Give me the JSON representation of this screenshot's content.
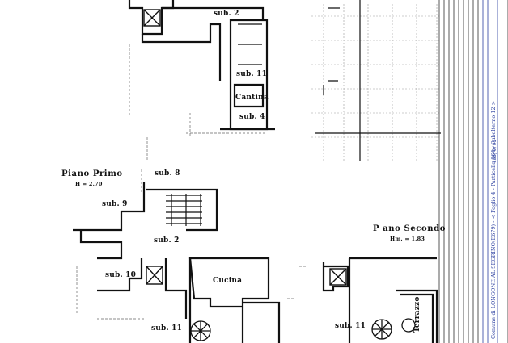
{
  "floors": {
    "primo": {
      "title": "Piano Primo",
      "height": "H = 2.70"
    },
    "secondo": {
      "title": "P ano Secondo",
      "height": "Hm. = 1.83"
    }
  },
  "rooms": {
    "sub2_top": "sub. 2",
    "sub11_top": "sub. 11",
    "cantina": "Cantina",
    "sub4": "sub. 4",
    "sub8": "sub. 8",
    "sub9": "sub. 9",
    "sub2_mid": "sub. 2",
    "sub10": "sub. 10",
    "cucina": "Cucina",
    "sub11_bottom": "sub. 11",
    "sub11_right": "sub. 11",
    "terrazzo": "Terrazzo"
  },
  "margin_note": "Comune di LONGONE AL SEGRINO(E679) - < Foglio 4 - Particella 164 - Subalterno 12 >",
  "margin_code": "186/9/01"
}
